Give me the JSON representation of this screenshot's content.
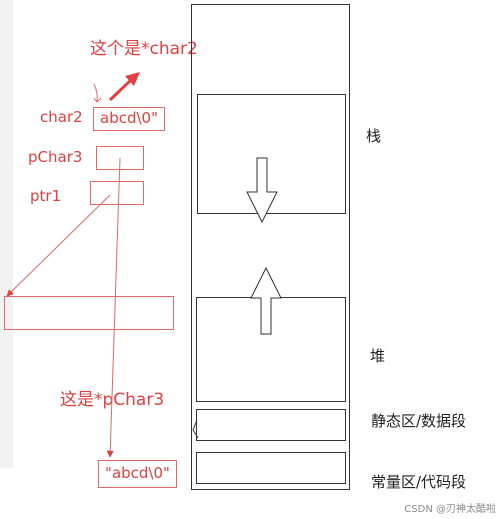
{
  "left": {
    "label_char2_note": "这个是*char2",
    "label_char2": "char2",
    "char2_value": "abcd\\0\"",
    "label_pchar3": "pChar3",
    "label_ptr1": "ptr1",
    "label_pchar3_note": "这是*pChar3",
    "string_value": "\"abcd\\0\""
  },
  "memory": {
    "stack_label": "栈",
    "heap_label": "堆",
    "static_label": "静态区/数据段",
    "const_label": "常量区/代码段"
  },
  "watermark": "CSDN @刃神太酷啦",
  "colors": {
    "annotation": "#e0403f",
    "box_border": "#e06a6a",
    "memory_line": "#333333"
  }
}
